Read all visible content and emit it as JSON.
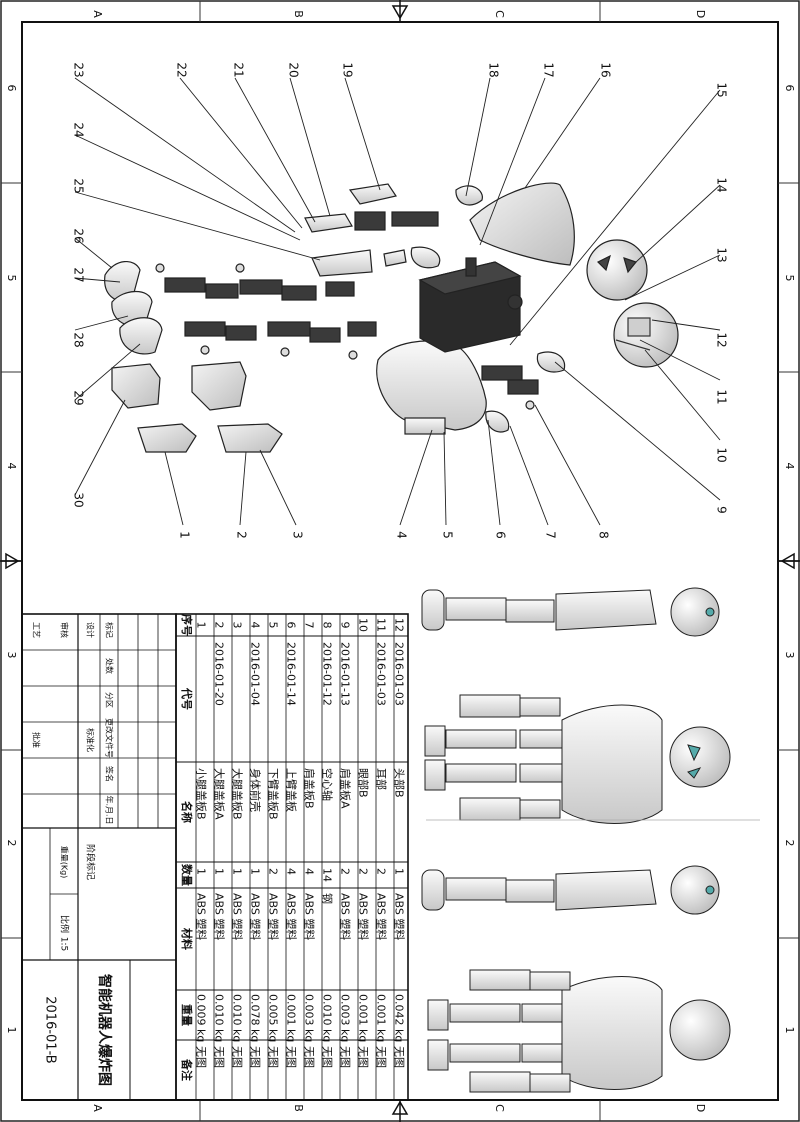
{
  "sheet": {
    "border_cols_top": [
      "A",
      "B",
      "C",
      "D"
    ],
    "border_cols_bottom": [
      "A",
      "B",
      "C",
      "D"
    ],
    "border_rows_left": [
      "6",
      "5",
      "4",
      "3",
      "2",
      "1"
    ],
    "border_rows_right": [
      "6",
      "5",
      "4",
      "3",
      "2",
      "1"
    ]
  },
  "callouts": [
    "1",
    "2",
    "3",
    "4",
    "5",
    "6",
    "7",
    "8",
    "9",
    "10",
    "11",
    "12",
    "13",
    "14",
    "15",
    "16",
    "17",
    "18",
    "19",
    "20",
    "21",
    "22",
    "23",
    "24",
    "25",
    "26",
    "27",
    "28",
    "29",
    "30"
  ],
  "title_block": {
    "title": "智能机器人爆炸图",
    "drawing_no": "2016-01-B",
    "scale_label": "比例",
    "scale": "1:5",
    "weight_label": "重量(Kg)",
    "stage_label": "阶段标记",
    "rev_headers": [
      "标记",
      "处数",
      "分区",
      "更改文件号",
      "签名",
      "年.月.日"
    ],
    "signoff_labels": [
      "设计",
      "标准化",
      "审核",
      "工艺",
      "批准"
    ]
  },
  "bom": {
    "headers": [
      "序号",
      "代号",
      "名称",
      "数量",
      "材料",
      "重量",
      "备注"
    ],
    "rows": [
      {
        "no": "12",
        "code": "2016-01-03",
        "name": "头部B",
        "qty": "1",
        "mat": "ABS 塑料",
        "wt": "0.042 kg",
        "note": "无图"
      },
      {
        "no": "11",
        "code": "2016-01-03",
        "name": "耳部",
        "qty": "2",
        "mat": "ABS 塑料",
        "wt": "0.001 kg",
        "note": "无图"
      },
      {
        "no": "10",
        "code": "",
        "name": "眼部B",
        "qty": "2",
        "mat": "ABS 塑料",
        "wt": "0.001 kg",
        "note": "无图"
      },
      {
        "no": "9",
        "code": "2016-01-13",
        "name": "肩盖板A",
        "qty": "2",
        "mat": "ABS 塑料",
        "wt": "0.003 kg",
        "note": "无图"
      },
      {
        "no": "8",
        "code": "2016-01-12",
        "name": "空心轴",
        "qty": "14",
        "mat": "钢",
        "wt": "0.010 kg",
        "note": "无图"
      },
      {
        "no": "7",
        "code": "",
        "name": "肩盖板B",
        "qty": "4",
        "mat": "ABS 塑料",
        "wt": "0.003 kg",
        "note": "无图"
      },
      {
        "no": "6",
        "code": "2016-01-14",
        "name": "上臂盖板",
        "qty": "4",
        "mat": "ABS 塑料",
        "wt": "0.001 kg",
        "note": "无图"
      },
      {
        "no": "5",
        "code": "",
        "name": "下臂盖板B",
        "qty": "2",
        "mat": "ABS 塑料",
        "wt": "0.005 kg",
        "note": "无图"
      },
      {
        "no": "4",
        "code": "2016-01-04",
        "name": "身体前壳",
        "qty": "1",
        "mat": "ABS 塑料",
        "wt": "0.078 kg",
        "note": "无图"
      },
      {
        "no": "3",
        "code": "",
        "name": "大腿盖板B",
        "qty": "1",
        "mat": "ABS 塑料",
        "wt": "0.010 kg",
        "note": "无图"
      },
      {
        "no": "2",
        "code": "2016-01-20",
        "name": "大腿盖板A",
        "qty": "1",
        "mat": "ABS 塑料",
        "wt": "0.010 kg",
        "note": "无图"
      },
      {
        "no": "1",
        "code": "",
        "name": "小腿盖板B",
        "qty": "1",
        "mat": "ABS 塑料",
        "wt": "0.009 kg",
        "note": "无图"
      }
    ]
  }
}
